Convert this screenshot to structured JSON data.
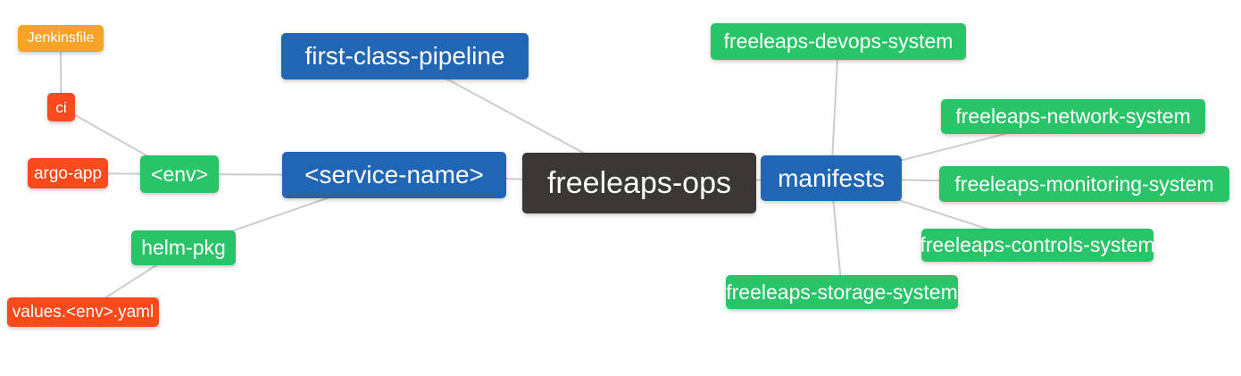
{
  "colors": {
    "blue": "#2166B5",
    "green": "#29C468",
    "orange": "#F9A326",
    "red": "#FB4A1C",
    "dark": "#3B3734",
    "edge": "#CCCCCC",
    "node_text": "#FFFFFF",
    "background": "#FFFFFF"
  },
  "nodes": {
    "root": {
      "label": "freeleaps-ops",
      "color": "dark"
    },
    "first_class_pipeline": {
      "label": "first-class-pipeline",
      "color": "blue"
    },
    "service_name": {
      "label": "<service-name>",
      "color": "blue"
    },
    "manifests": {
      "label": "manifests",
      "color": "blue"
    },
    "env": {
      "label": "<env>",
      "color": "green"
    },
    "helm_pkg": {
      "label": "helm-pkg",
      "color": "green"
    },
    "jenkinsfile": {
      "label": "Jenkinsfile",
      "color": "orange"
    },
    "ci": {
      "label": "ci",
      "color": "red"
    },
    "argo_app": {
      "label": "argo-app",
      "color": "red"
    },
    "values_env_yaml": {
      "label": "values.<env>.yaml",
      "color": "red"
    },
    "devops_system": {
      "label": "freeleaps-devops-system",
      "color": "green"
    },
    "network_system": {
      "label": "freeleaps-network-system",
      "color": "green"
    },
    "monitoring_system": {
      "label": "freeleaps-monitoring-system",
      "color": "green"
    },
    "controls_system": {
      "label": "freeleaps-controls-system",
      "color": "green"
    },
    "storage_system": {
      "label": "freeleaps-storage-system",
      "color": "green"
    }
  },
  "edges": [
    [
      "jenkinsfile",
      "ci"
    ],
    [
      "ci",
      "env"
    ],
    [
      "argo_app",
      "env"
    ],
    [
      "env",
      "service_name"
    ],
    [
      "helm_pkg",
      "service_name"
    ],
    [
      "values_env_yaml",
      "helm_pkg"
    ],
    [
      "first_class_pipeline",
      "root"
    ],
    [
      "service_name",
      "root"
    ],
    [
      "root",
      "manifests"
    ],
    [
      "manifests",
      "devops_system"
    ],
    [
      "manifests",
      "network_system"
    ],
    [
      "manifests",
      "monitoring_system"
    ],
    [
      "manifests",
      "controls_system"
    ],
    [
      "manifests",
      "storage_system"
    ]
  ]
}
